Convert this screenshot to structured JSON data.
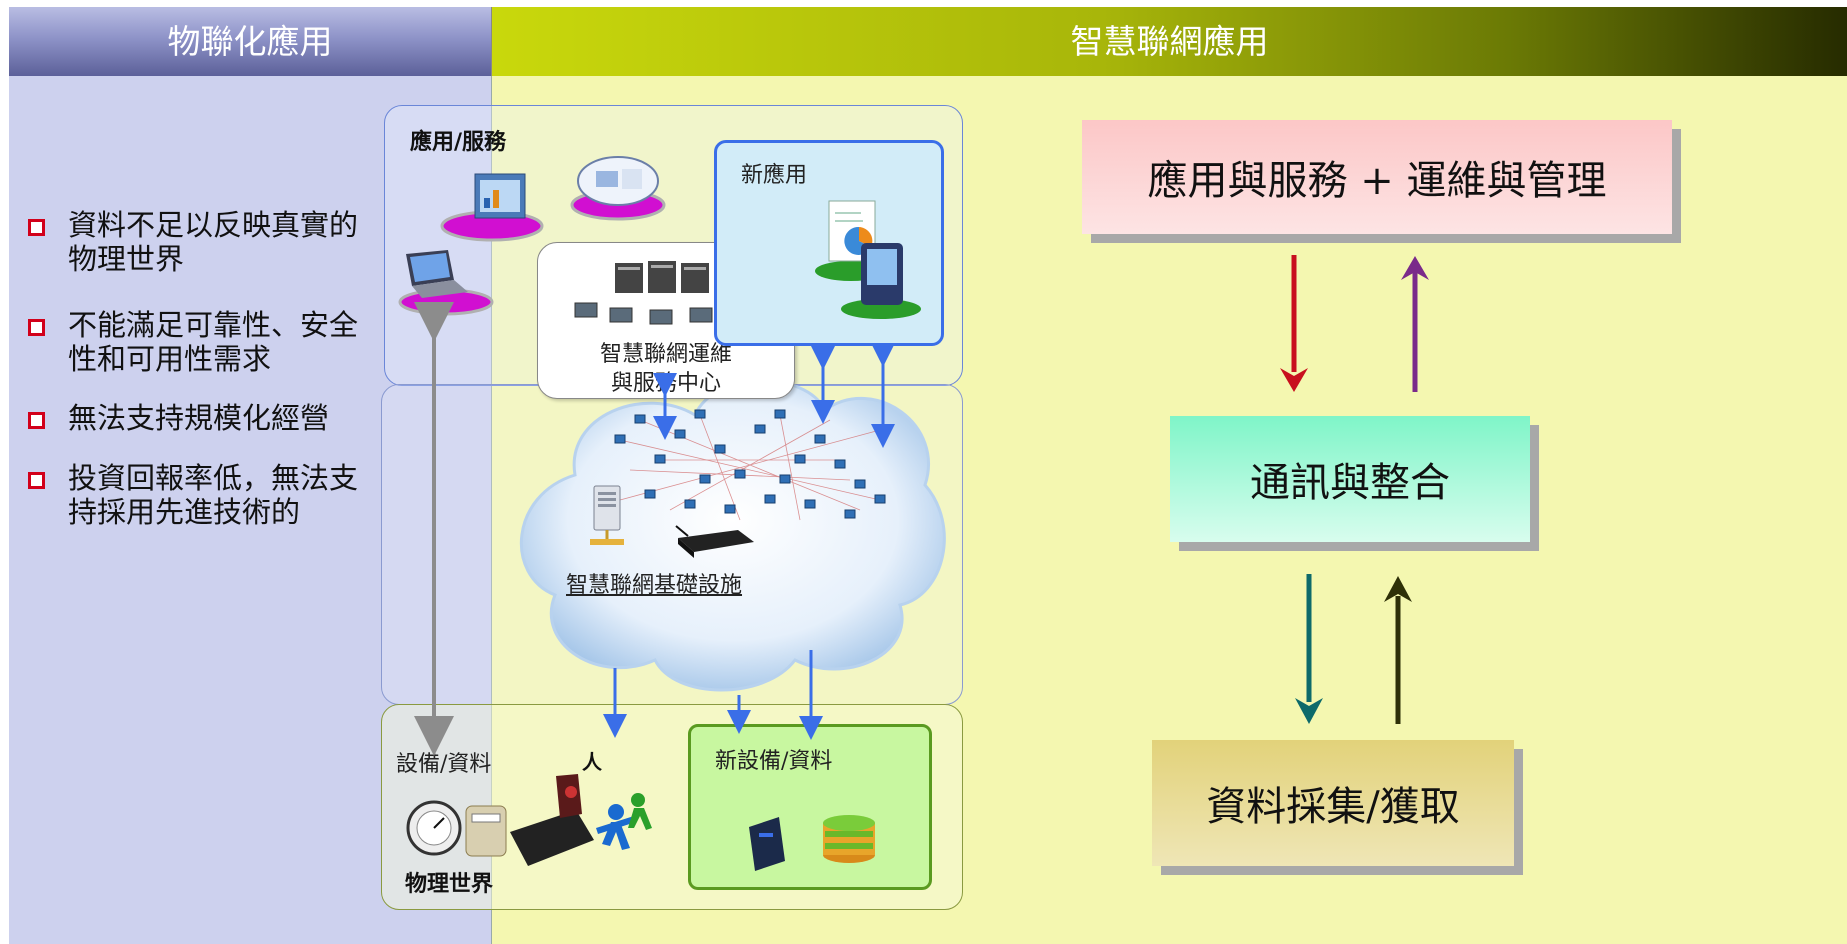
{
  "header": {
    "left_title": "物聯化應用",
    "right_title": "智慧聯網應用"
  },
  "bullets": [
    "資料不足以反映真實的物理世界",
    "不能滿足可靠性、安全性和可用性需求",
    "無法支持規模化經營",
    "投資回報率低，無法支持採用先進技術的"
  ],
  "diagram": {
    "app_service_label": "應用/服務",
    "new_app_label": "新應用",
    "ops_center_label_1": "智慧聯網運維",
    "ops_center_label_2": "與服務中心",
    "infra_label": "智慧聯網基礎設施",
    "device_data_label": "設備/資料",
    "person_label": "人",
    "new_device_label": "新設備/資料",
    "physical_world_label": "物理世界"
  },
  "flow": {
    "top_box": "應用與服務 + 運維與管理",
    "middle_box": "通訊與整合",
    "bottom_box": "資料採集/獲取"
  },
  "colors": {
    "arrow_red": "#c8101e",
    "arrow_purple": "#7a2a8a",
    "arrow_teal": "#0d6a6a",
    "arrow_dark": "#2e3008",
    "diagram_arrow_blue": "#3a6ee8"
  }
}
